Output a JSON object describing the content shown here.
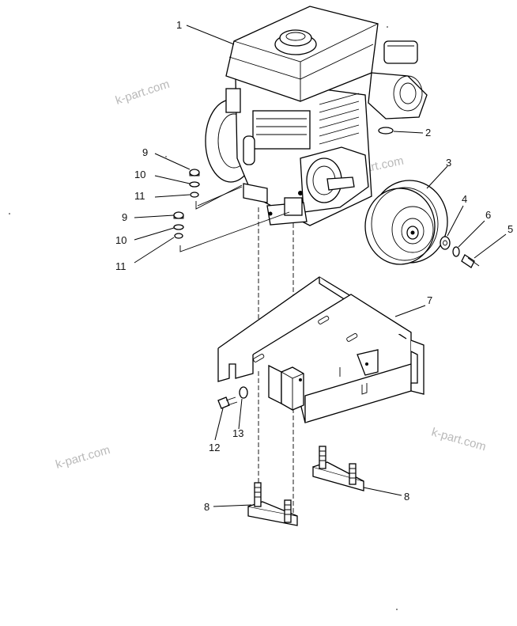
{
  "labels": {
    "l1": "1",
    "l2": "2",
    "l3": "3",
    "l4": "4",
    "l5": "5",
    "l6": "6",
    "l7": "7",
    "l8a": "8",
    "l8b": "8",
    "l9a": "9",
    "l9b": "9",
    "l10a": "10",
    "l10b": "10",
    "l11a": "11",
    "l11b": "11",
    "l12": "12",
    "l13": "13"
  },
  "watermarks": {
    "w1": "k-part.com",
    "w2": "k-part.com",
    "w3": "k-part.com",
    "w4": "k-part.com"
  },
  "colors": {
    "ink": "#000000",
    "watermark": "#b9b9b9",
    "background": "#ffffff"
  }
}
